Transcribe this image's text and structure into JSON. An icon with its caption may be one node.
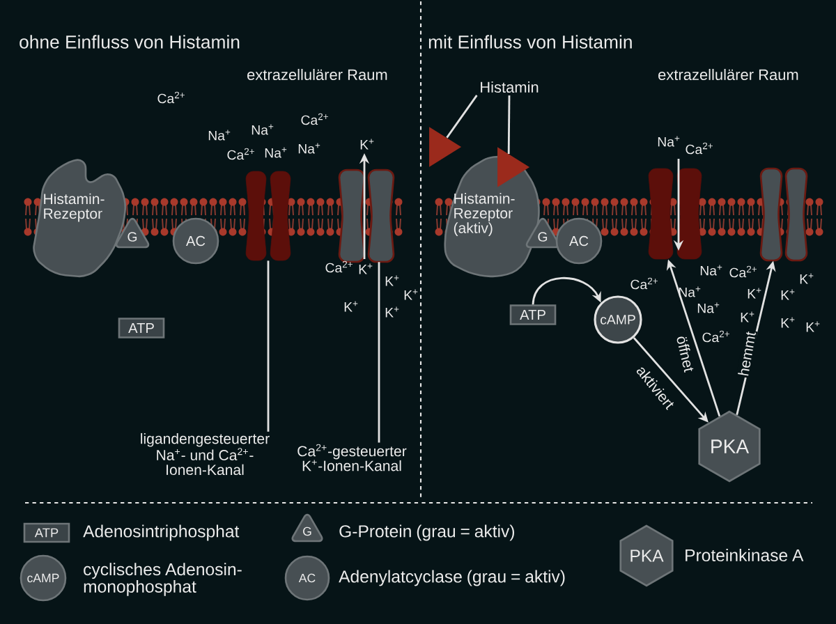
{
  "diagram": {
    "nodes": [
      {
        "text": [
          "Histamin- Rezeptor"
        ]
      },
      {
        "text": [
          "G"
        ]
      },
      {
        "text": [
          "AC"
        ]
      },
      {
        "text": [
          "ATP"
        ]
      },
      {
        "text": [],
        "shape": "channel"
      },
      {
        "text": [
          "ligandengesteuerter Na$^{+}$- und Ca$^{2+}$- Ionen-Kanal"
        ]
      },
      {
        "text": [],
        "shape": "channel"
      },
      {
        "text": [
          "Ca$^{2+}$-gesteuerter K$^{+}$-Ionen-Kanal"
        ]
      },
      {
        "text": [
          "Histamin"
        ]
      },
      {
        "text": [],
        "shape": "triangle"
      },
      {
        "text": [],
        "shape": "triangle"
      },
      {
        "text": [
          "Histamin- Rezeptor (aktiv)"
        ]
      },
      {
        "text": [
          "G"
        ]
      },
      {
        "text": [
          "AC"
        ]
      },
      {
        "text": [
          "ATP"
        ]
      },
      {
        "text": [
          "cAMP"
        ]
      },
      {
        "text": [],
        "shape": "channel"
      },
      {
        "text": [],
        "shape": "channel"
      },
      {
        "text": [
          "PKA"
        ]
      }
    ],
    "edges": [
      {
        "from": 5,
        "to": 4,
        "arrow": "none"
      },
      {
        "from": 7,
        "to": 6,
        "arrow": "none"
      },
      {
        "from": 8,
        "to": 9,
        "arrow": "none"
      },
      {
        "from": 8,
        "to": 10,
        "arrow": "none"
      },
      {
        "from": 14,
        "to": 15,
        "arrow": "to"
      },
      {
        "from": 15,
        "to": 18,
        "arrow": "to",
        "label": "aktiviert"
      },
      {
        "from": 18,
        "to": 16,
        "arrow": "to",
        "label": "öffnet"
      },
      {
        "from": 18,
        "to": 17,
        "arrow": "to",
        "label": "hemmt"
      }
    ],
    "labels": [
      "ohne Einfluss von Histamin",
      "mit Einfluss von Histamin",
      "extrazellulärer Raum",
      "extrazellulärer Raum",
      "Ca$^{2+}$",
      "Na$^{+}$",
      "Na$^{+}$",
      "Ca$^{2+}$",
      "Ca$^{2+}$",
      "Na$^{+}$",
      "Na$^{+}$",
      "K$^{+}$",
      "Ca$^{2+}$",
      "K$^{+}$",
      "K$^{+}$",
      "K$^{+}$",
      "K$^{+}$",
      "K$^{+}$",
      "Na$^{+}$",
      "Ca$^{2+}$",
      "Na$^{+}$",
      "Ca$^{2+}$",
      "Ca$^{2+}$",
      "Na$^{+}$",
      "Na$^{+}$",
      "Ca$^{2+}$",
      "K$^{+}$",
      "K$^{+}$",
      "K$^{+}$",
      "K$^{+}$",
      "K$^{+}$",
      "K$^{+}$",
      "ATP",
      "G",
      "PKA",
      "cAMP",
      "AC"
    ],
    "legend": [
      {
        "text": "Adenosintriphosphat"
      },
      {
        "text": "G-Protein (grau = aktiv)"
      },
      {
        "text": "Proteinkinase A"
      },
      {
        "text": "cyclisches Adenosin- monophosphat"
      },
      {
        "text": "Adenylatcyclase (grau = aktiv)"
      }
    ]
  }
}
